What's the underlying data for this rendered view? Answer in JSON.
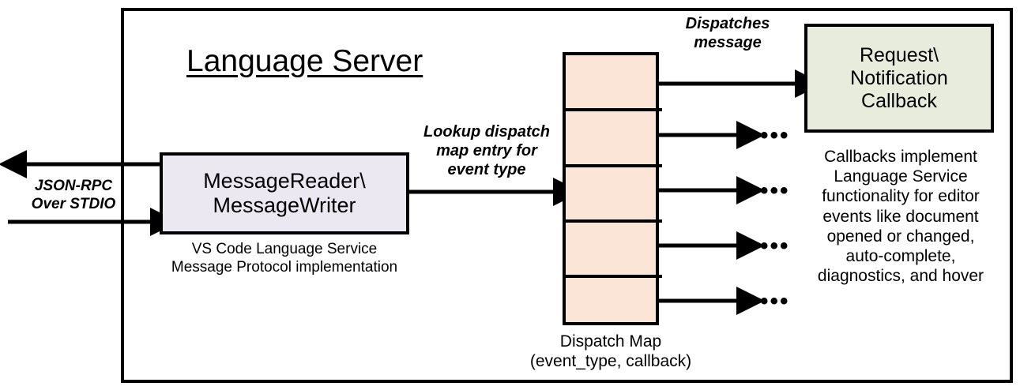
{
  "diagram": {
    "title": "Language Server",
    "frame_name": "language-server-boundary",
    "colors": {
      "stroke": "#000000",
      "message_reader_fill": "#ebe8f2",
      "dispatch_map_fill": "#fbe5d6",
      "callback_fill": "#e7ecdd",
      "background": "#ffffff"
    }
  },
  "nodes": {
    "message_reader": {
      "label": "MessageReader\\\nMessageWriter",
      "caption": "VS Code Language Service\nMessage Protocol implementation"
    },
    "dispatch_map": {
      "caption": "Dispatch Map\n(event_type, callback)",
      "rows": [
        {
          "index": 1,
          "dot": "callback-dot"
        },
        {
          "index": 2,
          "dot": "callback-dot"
        },
        {
          "index": 3,
          "dot": "callback-dot"
        },
        {
          "index": 4,
          "dot": "callback-dot"
        },
        {
          "index": 5,
          "dot": "callback-dot"
        }
      ]
    },
    "callback": {
      "label": "Request\\\nNotification\nCallback",
      "caption": "Callbacks implement\nLanguage Service\nfunctionality for editor\nevents like document\nopened or changed,\nauto-complete,\ndiagnostics, and hover"
    }
  },
  "edges": {
    "jsonrpc": {
      "label": "JSON-RPC\nOver STDIO",
      "direction_out": "left",
      "direction_in": "right"
    },
    "lookup": {
      "label": "Lookup dispatch\nmap entry for\nevent type"
    },
    "dispatches": {
      "label": "Dispatches\nmessage"
    },
    "ellipsis": {
      "label": "•••",
      "count": 4
    }
  }
}
